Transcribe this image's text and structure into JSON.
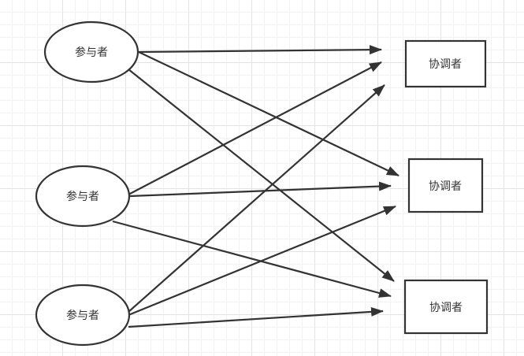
{
  "participants": [
    {
      "label": "参与者"
    },
    {
      "label": "参与者"
    },
    {
      "label": "参与者"
    }
  ],
  "coordinators": [
    {
      "label": "协调者"
    },
    {
      "label": "协调者"
    },
    {
      "label": "协调者"
    }
  ],
  "connections": [
    {
      "from": 0,
      "to": 0
    },
    {
      "from": 0,
      "to": 1
    },
    {
      "from": 0,
      "to": 2
    },
    {
      "from": 1,
      "to": 0
    },
    {
      "from": 1,
      "to": 1
    },
    {
      "from": 1,
      "to": 2
    },
    {
      "from": 2,
      "to": 0
    },
    {
      "from": 2,
      "to": 1
    },
    {
      "from": 2,
      "to": 2
    }
  ],
  "colors": {
    "stroke": "#333333",
    "node_fill": "#ffffff",
    "grid": "#e3e3e3"
  }
}
